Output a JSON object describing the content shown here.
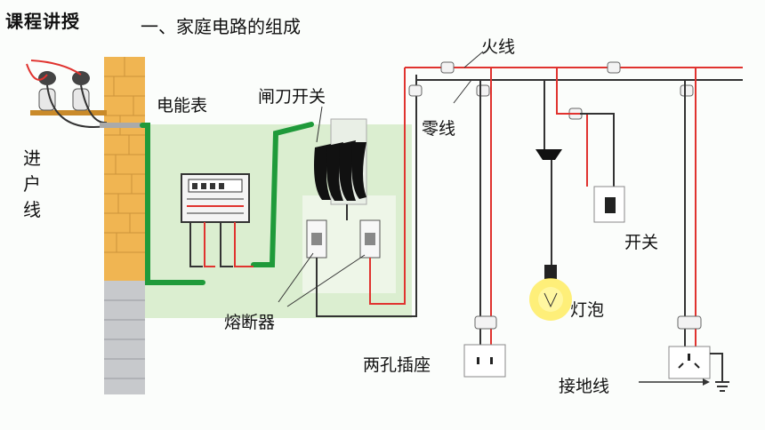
{
  "header": {
    "label": "课程讲授"
  },
  "title": "一、家庭电路的组成",
  "labels": {
    "incoming_line": "进户线",
    "meter": "电能表",
    "knife_switch": "闸刀开关",
    "live_wire": "火线",
    "neutral_wire": "零线",
    "switch": "开关",
    "bulb": "灯泡",
    "fuse": "熔断器",
    "two_hole_socket": "两孔插座",
    "ground_wire": "接地线"
  },
  "colors": {
    "live": "#e0332f",
    "neutral": "#3a3a3a",
    "green_cable": "#1f9a3a",
    "brick": "#f0b552",
    "wall_gray": "#c7c9cc",
    "panel": "#dbeed0"
  }
}
